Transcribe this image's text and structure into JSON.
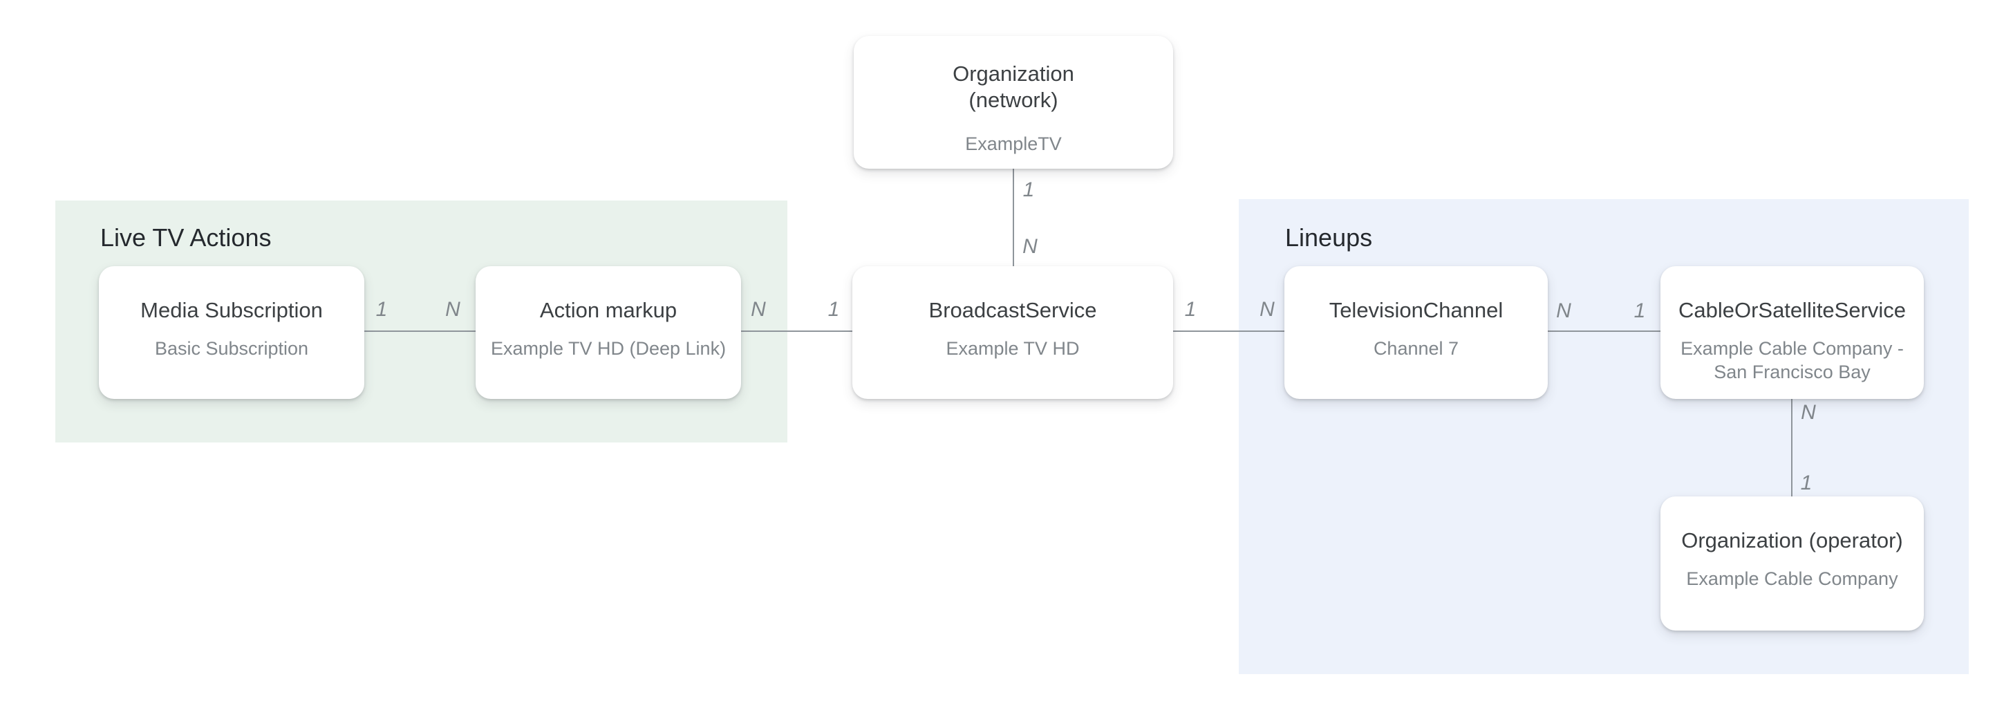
{
  "diagram": {
    "description": "Live TV Actions entity relationship diagram"
  },
  "colors": {
    "background": "#ffffff",
    "section_live_tv_actions_bg": "#e9f2ec",
    "section_lineups_bg": "#edf2fb",
    "node_bg": "#ffffff",
    "node_title_text": "#3c4043",
    "node_subtitle_text": "#80868b",
    "section_label_text": "#25292e",
    "connector_line": "#8f959b",
    "cardinality_text": "#80868b"
  },
  "sections": {
    "live_tv_actions": {
      "label": "Live TV Actions"
    },
    "lineups": {
      "label": "Lineups"
    }
  },
  "nodes": {
    "organization_network": {
      "title": "Organization\n(network)",
      "subtitle": "ExampleTV"
    },
    "media_subscription": {
      "title": "Media Subscription",
      "subtitle": "Basic Subscription"
    },
    "action_markup": {
      "title": "Action markup",
      "subtitle": "Example TV HD (Deep Link)"
    },
    "broadcast_service": {
      "title": "BroadcastService",
      "subtitle": "Example TV HD"
    },
    "television_channel": {
      "title": "TelevisionChannel",
      "subtitle": "Channel 7"
    },
    "cable_or_satellite_service": {
      "title": "CableOrSatelliteService",
      "subtitle": "Example Cable Company - San Francisco Bay"
    },
    "organization_operator": {
      "title": "Organization (operator)",
      "subtitle": "Example Cable Company"
    }
  },
  "connectors": {
    "network_to_broadcast": {
      "start_label": "1",
      "end_label": "N"
    },
    "media_subscription_to_action_markup": {
      "start_label": "1",
      "end_label": "N"
    },
    "action_markup_to_broadcast": {
      "start_label": "N",
      "end_label": "1"
    },
    "broadcast_to_television_channel": {
      "start_label": "1",
      "end_label": "N"
    },
    "television_channel_to_cable": {
      "start_label": "N",
      "end_label": "1"
    },
    "cable_to_operator": {
      "start_label": "N",
      "end_label": "1"
    }
  }
}
